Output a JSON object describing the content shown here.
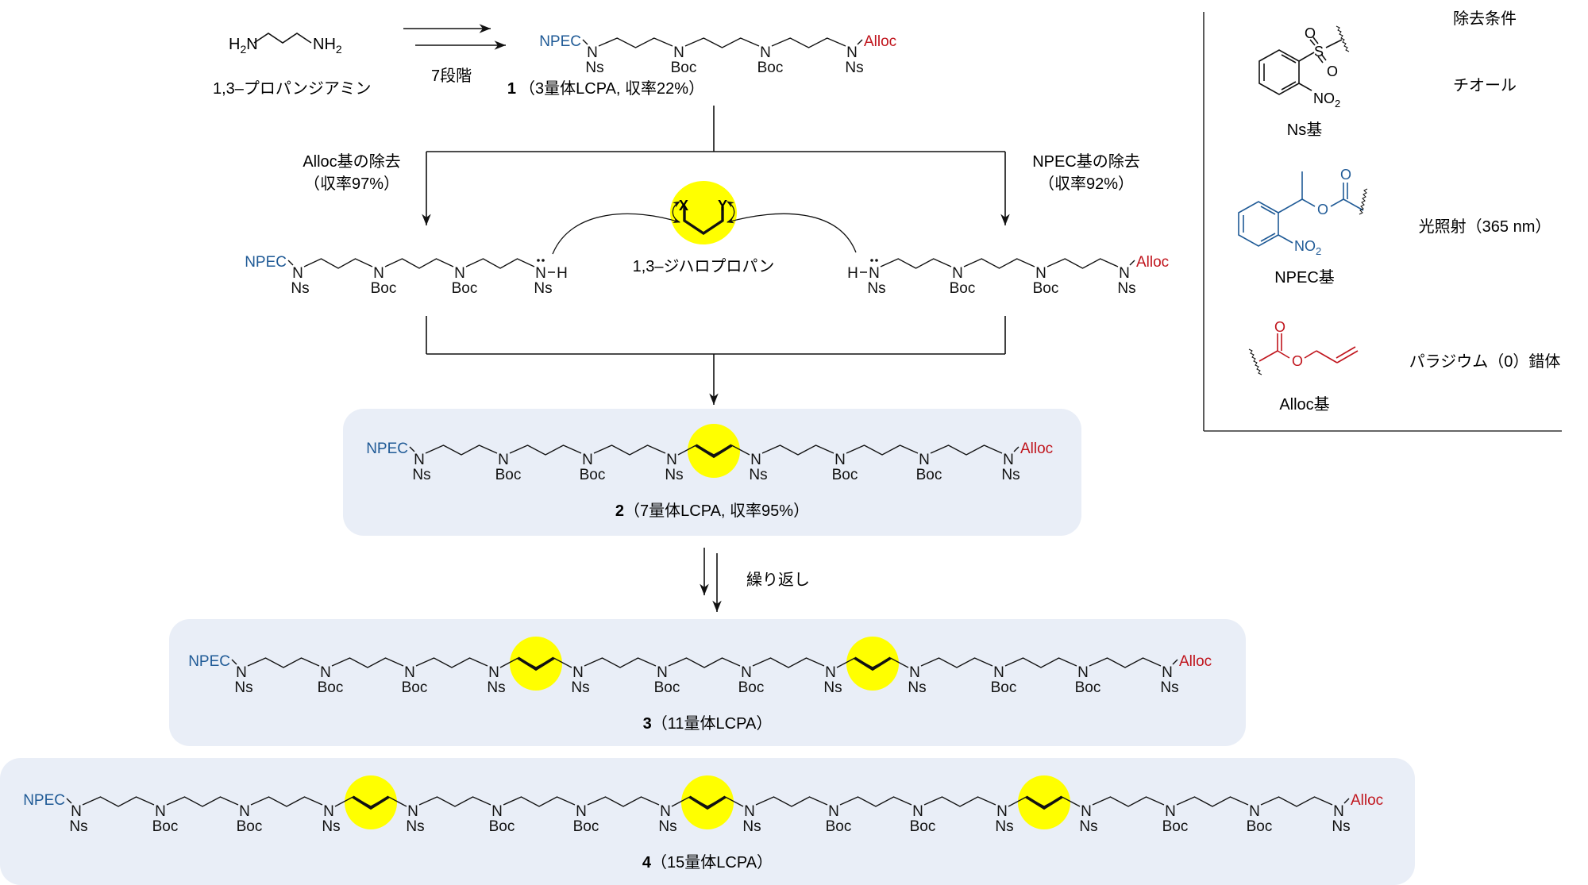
{
  "colors": {
    "npec": "#1f5a96",
    "alloc": "#c0141c",
    "highlight": "#ffff00",
    "box_bg": "#e9eef7",
    "line": "#111111"
  },
  "start": {
    "formula_left": "H",
    "formula_left_sub": "2",
    "formula_left_N": "N",
    "formula_right": "NH",
    "formula_right_sub": "2",
    "name": "1,3–プロパンジアミン",
    "steps_label": "7段階"
  },
  "group_labels": {
    "npec": "NPEC",
    "alloc": "Alloc",
    "n": "N",
    "ns": "Ns",
    "boc": "Boc",
    "h": "H",
    "x": "X",
    "y": "Y"
  },
  "compounds": [
    {
      "number": "1",
      "caption": "（3量体LCPA, 収率22%）",
      "units": [
        "Ns",
        "Boc",
        "Boc",
        "Ns"
      ]
    },
    {
      "number": "2",
      "caption": "（7量体LCPA, 収率95%）",
      "units": [
        "Ns",
        "Boc",
        "Boc",
        "Ns",
        "Ns",
        "Boc",
        "Boc",
        "Ns"
      ]
    },
    {
      "number": "3",
      "caption": "（11量体LCPA）",
      "units": [
        "Ns",
        "Boc",
        "Boc",
        "Ns",
        "Ns",
        "Boc",
        "Boc",
        "Ns",
        "Ns",
        "Boc",
        "Boc",
        "Ns"
      ]
    },
    {
      "number": "4",
      "caption": "（15量体LCPA）",
      "units": [
        "Ns",
        "Boc",
        "Boc",
        "Ns",
        "Ns",
        "Boc",
        "Boc",
        "Ns",
        "Ns",
        "Boc",
        "Boc",
        "Ns",
        "Ns",
        "Boc",
        "Boc",
        "Ns"
      ]
    }
  ],
  "branches": {
    "left_title": "Alloc基の除去",
    "left_yield": "（収率97%）",
    "right_title": "NPEC基の除去",
    "right_yield": "（収率92%）",
    "linker_name": "1,3–ジハロプロパン"
  },
  "repeat_label": "繰り返し",
  "legend": {
    "header": "除去条件",
    "rows": [
      {
        "group": "Ns基",
        "condition": "チオール",
        "atoms": {
          "o1": "O",
          "s": "S",
          "o2": "O",
          "no2": "NO",
          "no2_sub": "2"
        }
      },
      {
        "group": "NPEC基",
        "condition": "光照射（365 nm）",
        "atoms": {
          "o1": "O",
          "o2": "O",
          "no2": "NO",
          "no2_sub": "2"
        }
      },
      {
        "group": "Alloc基",
        "condition": "パラジウム（0）錯体",
        "atoms": {
          "o1": "O",
          "o2": "O"
        }
      }
    ]
  }
}
